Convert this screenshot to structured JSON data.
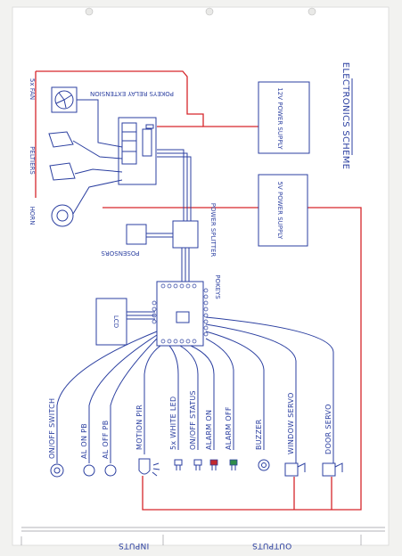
{
  "title": "ELECTRONICS SCHEME",
  "footer": {
    "left": "INPUTS",
    "right": "OUTPUTS"
  },
  "components": {
    "fan": "5x FAN",
    "peltiers": "PELTIERS",
    "horn": "HORN",
    "relay": "POKEYS RELAY EXTENSION",
    "psu12": "12V POWER SUPPLY",
    "psu5": "5V POWER SUPPLY",
    "splitter": "POWER SPLITTER",
    "posensors": "POSENSORS",
    "pokeys": "POKEYS",
    "lcd": "LCD"
  },
  "io": {
    "inputs": [
      "ON/OFF SWITCH",
      "AL ON PB",
      "AL OFF PB",
      "MOTION PIR"
    ],
    "outputs": [
      "5x WHITE LED",
      "ON/OFF STATUS",
      "ALARM ON",
      "ALARM OFF",
      "BUZZER",
      "WINDOW SERVO",
      "DOOR SERVO"
    ]
  },
  "colors": {
    "ink": "#2b3fa0",
    "power": "#d6262b",
    "led_red": "#c0282e",
    "led_green": "#2e8b4a",
    "led_white": "#ffffff"
  }
}
